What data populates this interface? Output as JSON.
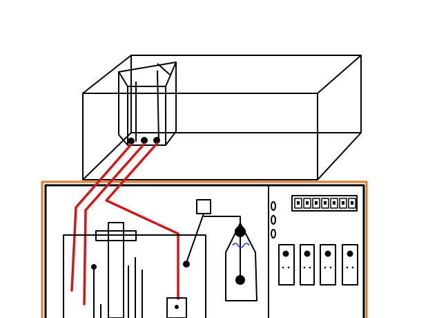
{
  "diagram": {
    "colors": {
      "outline": "#000000",
      "wire": "#d01818",
      "cabinet_trim": "#e0782c",
      "background": "#ffffff"
    },
    "parts": {
      "duct_box": {
        "shape": "3d-wireframe-box"
      },
      "inner_frame": {
        "shape": "wireframe-frame"
      },
      "terminals": {
        "count": 3
      },
      "cabinet": {
        "sections": 2
      },
      "wires": {
        "count": 3
      },
      "tank": {
        "shape": "open-container"
      },
      "pulley_assembly": {
        "shape": "pentagon-housing"
      },
      "control_panel": {
        "indicators": 3,
        "display_cells": 7,
        "slots": 4
      }
    }
  }
}
